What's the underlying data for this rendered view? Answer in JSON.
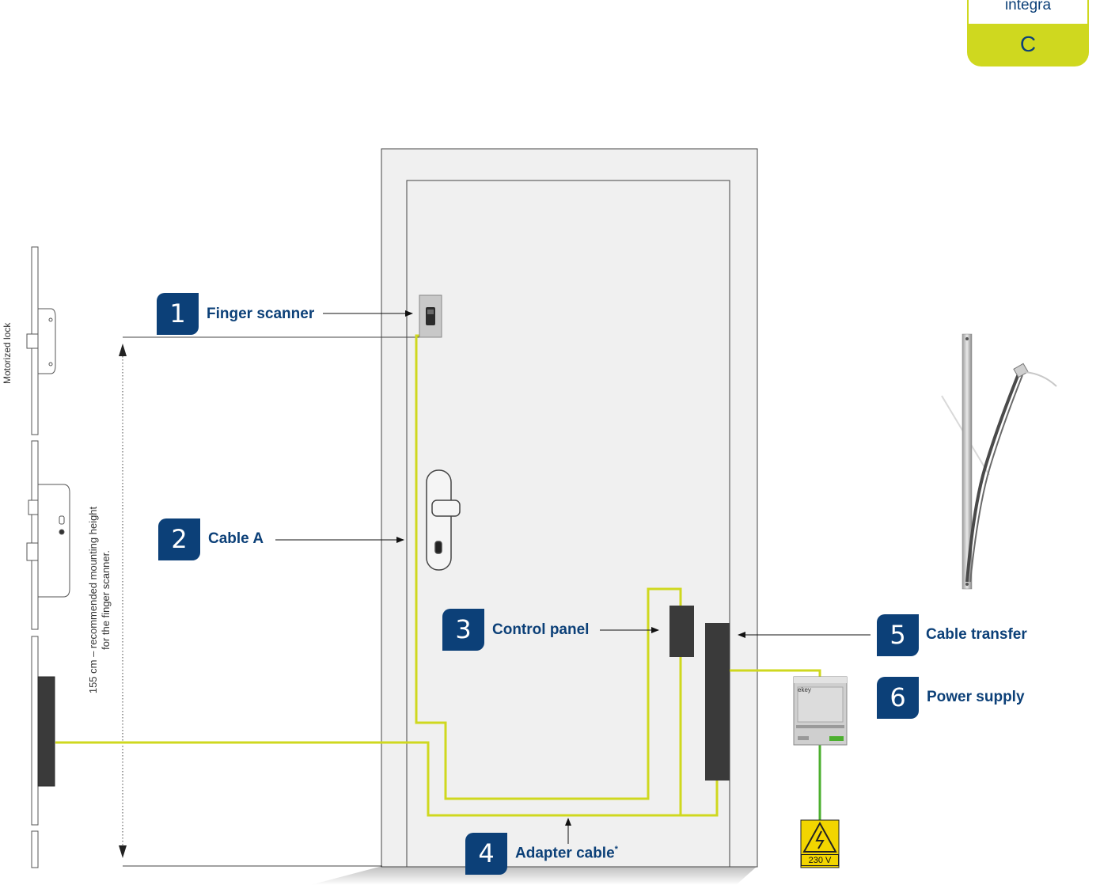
{
  "corner_tab": {
    "top_text": "integra",
    "letter": "C"
  },
  "lock_column": {
    "title": "Motorized lock"
  },
  "height_note": {
    "line1": "155 cm – recommended mounting height",
    "line2": "for the finger scanner."
  },
  "callouts": [
    {
      "number": "1",
      "label": "Finger scanner"
    },
    {
      "number": "2",
      "label": "Cable A"
    },
    {
      "number": "3",
      "label": "Control panel"
    },
    {
      "number": "4",
      "label": "Adapter cable",
      "footnote_mark": "*"
    },
    {
      "number": "5",
      "label": "Cable transfer"
    },
    {
      "number": "6",
      "label": "Power supply"
    }
  ],
  "power_supply_brand": "ekey",
  "voltage_label": "230 V",
  "colors": {
    "brand_blue": "#0c4078",
    "cable_yellow": "#cfd81f",
    "ground_green": "#4caf2f",
    "door_fill": "#f0f0f0",
    "device_dark": "#3a3a3a"
  }
}
